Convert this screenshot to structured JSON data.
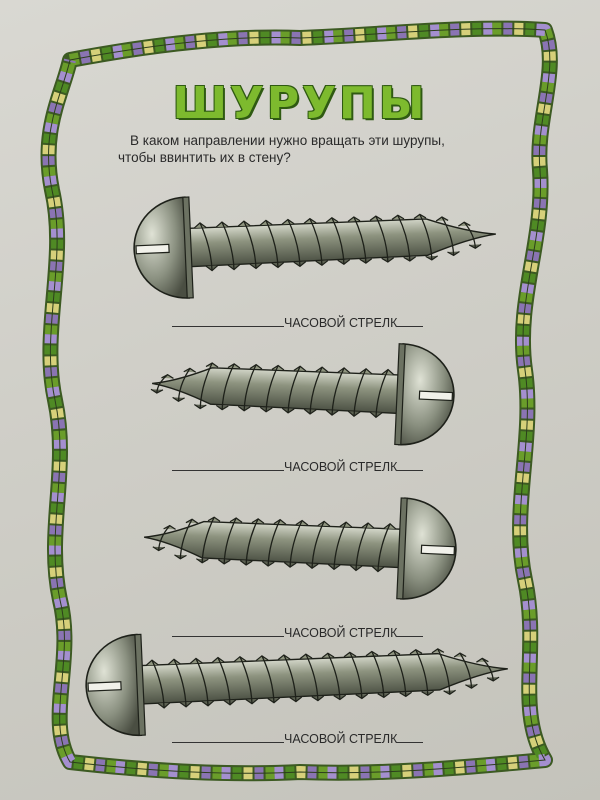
{
  "worksheet": {
    "title": "ШУРУПЫ",
    "question_line1": "В каком направлении нужно вращать эти шурупы,",
    "question_line2": "чтобы ввинтить их в стену?",
    "answers": [
      {
        "text": "ЧАСОВОЙ СТРЕЛК"
      },
      {
        "text": "ЧАСОВОЙ СТРЕЛК"
      },
      {
        "text": "ЧАСОВОЙ СТРЕЛК"
      },
      {
        "text": "ЧАСОВОЙ СТРЕЛК"
      }
    ],
    "screws": [
      {
        "head_side": "left",
        "tilt": "up"
      },
      {
        "head_side": "right",
        "tilt": "down"
      },
      {
        "head_side": "right",
        "tilt": "down"
      },
      {
        "head_side": "left",
        "tilt": "up"
      }
    ]
  },
  "colors": {
    "title_fill": "#7dba2e",
    "title_outline": "#2f5a12",
    "border_colors": [
      "#6a9d2a",
      "#8a74b3",
      "#d6d07a",
      "#4f8a24",
      "#a48fcf"
    ],
    "screw_metal": "#9aa08e"
  }
}
